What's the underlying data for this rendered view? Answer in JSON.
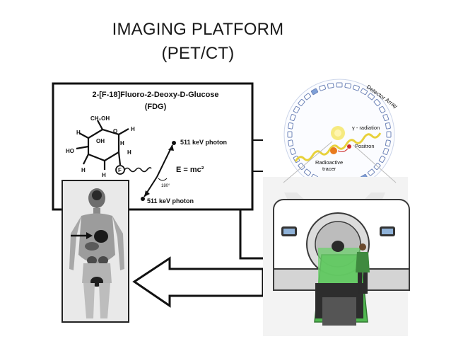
{
  "slide": {
    "title_line1": "IMAGING PLATFORM",
    "title_line2": "(PET/CT)"
  },
  "fdg_panel": {
    "name_line1": "2-[F-18]Fluoro-2-Deoxy-D-Glucose",
    "name_line2": "(FDG)",
    "photon_upper": "511 keV photon",
    "photon_lower": "511 keV photon",
    "equation": "E = mc²",
    "angle_label": "180°",
    "atom_ch2oh": "CH₂OH",
    "atom_h": "H",
    "atom_ho": "HO",
    "atom_oh": "OH",
    "atom_o": "O",
    "atom_f": "F"
  },
  "detector_diagram": {
    "ring_label": "Detector Array",
    "gamma_label": "γ - radiation",
    "positron_label": "Positron",
    "tracer_label_line1": "Radioactive",
    "tracer_label_line2": "tracer"
  },
  "colors": {
    "scanner_green": "#3fb23f",
    "detector_blue": "#7fa0d8",
    "wave_yellow": "#e8d13a",
    "positron_orange": "#e87a1e"
  }
}
